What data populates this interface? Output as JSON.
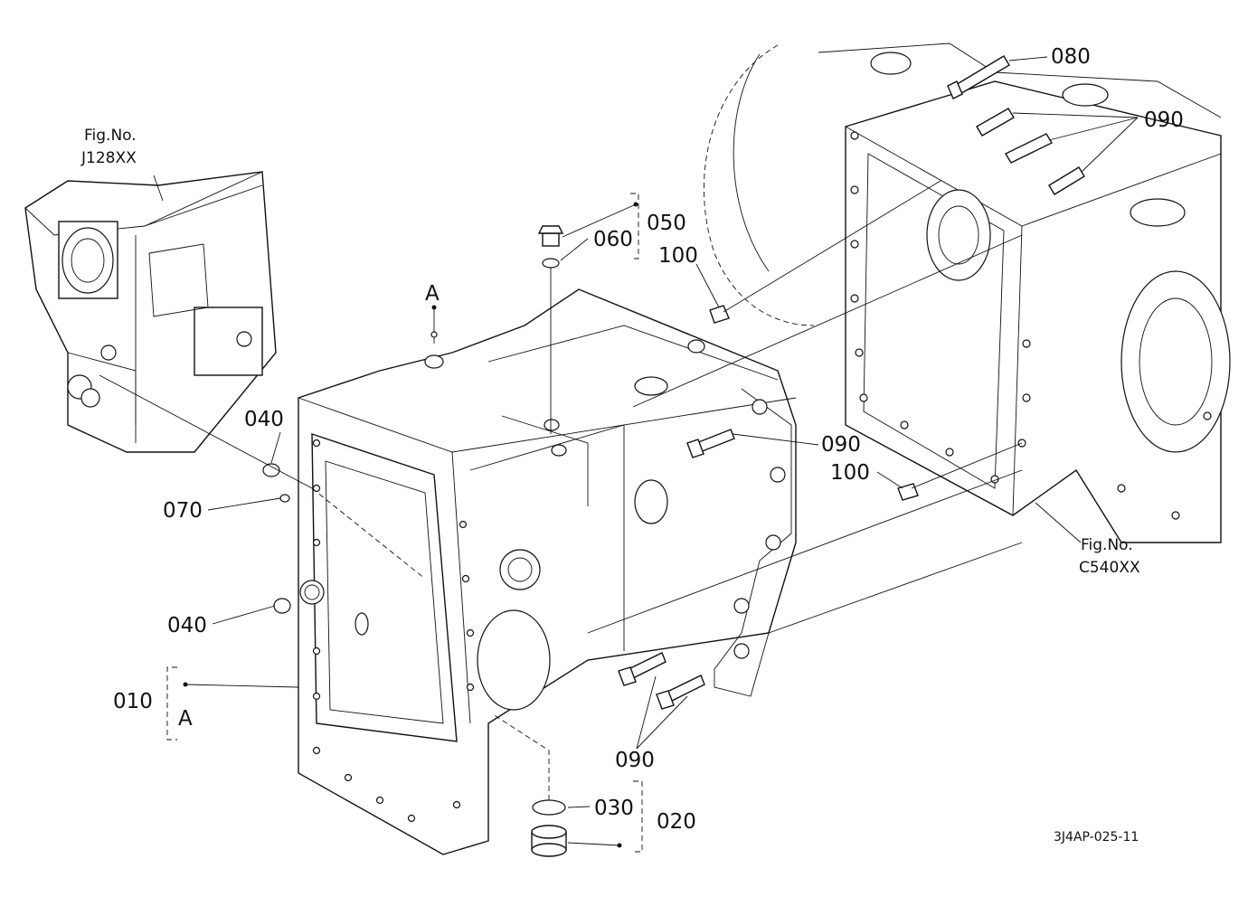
{
  "figure_refs": {
    "top_left": {
      "title": "Fig.No.",
      "number": "J128XX"
    },
    "right": {
      "title": "Fig.No.",
      "number": "C540XX"
    }
  },
  "callouts": {
    "c010": "010",
    "c020": "020",
    "c030": "030",
    "c040a": "040",
    "c040b": "040",
    "c050": "050",
    "c060": "060",
    "c070": "070",
    "c080": "080",
    "c090_top": "090",
    "c090_mid": "090",
    "c090_bottom": "090",
    "c100_top": "100",
    "c100_mid": "100",
    "markA_top": "A",
    "markA_left": "A"
  },
  "diagram_code": "3J4AP-025-11"
}
